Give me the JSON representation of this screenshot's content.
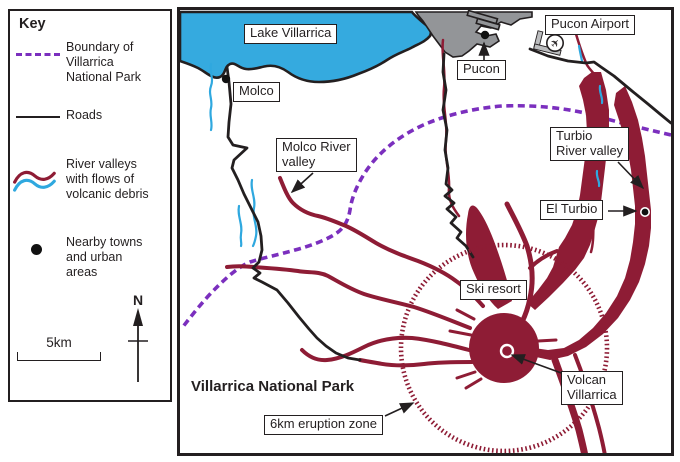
{
  "colors": {
    "boundary_purple": "#7B2FBE",
    "road_black": "#231F20",
    "debris_red": "#8E1C35",
    "river_blue": "#2FA8DF",
    "lake_blue": "#35AADF",
    "urban_gray": "#939598"
  },
  "key": {
    "title": "Key",
    "items": [
      {
        "swatch": "boundary-dashed-line",
        "label": "Boundary of\nVillarrica\nNational Park"
      },
      {
        "swatch": "road-line",
        "label": "Roads"
      },
      {
        "swatch": "river-valley-waves",
        "label": "River valleys\nwith flows of\nvolcanic debris"
      },
      {
        "swatch": "town-dot",
        "label": "Nearby towns\nand urban\nareas"
      }
    ],
    "compass_label": "N",
    "scale_label": "5km"
  },
  "map": {
    "labels": {
      "lake": "Lake Villarrica",
      "molco": "Molco",
      "pucon": "Pucon",
      "airport": "Pucon Airport",
      "molco_valley": "Molco River\nvalley",
      "turbio_valley": "Turbio\nRiver valley",
      "el_turbio": "El Turbio",
      "ski_resort": "Ski resort",
      "volcano": "Volcan\nVillarrica",
      "eruption_zone": "6km eruption zone",
      "park": "Villarrica National Park"
    },
    "icons": {
      "airplane": "✈"
    }
  }
}
